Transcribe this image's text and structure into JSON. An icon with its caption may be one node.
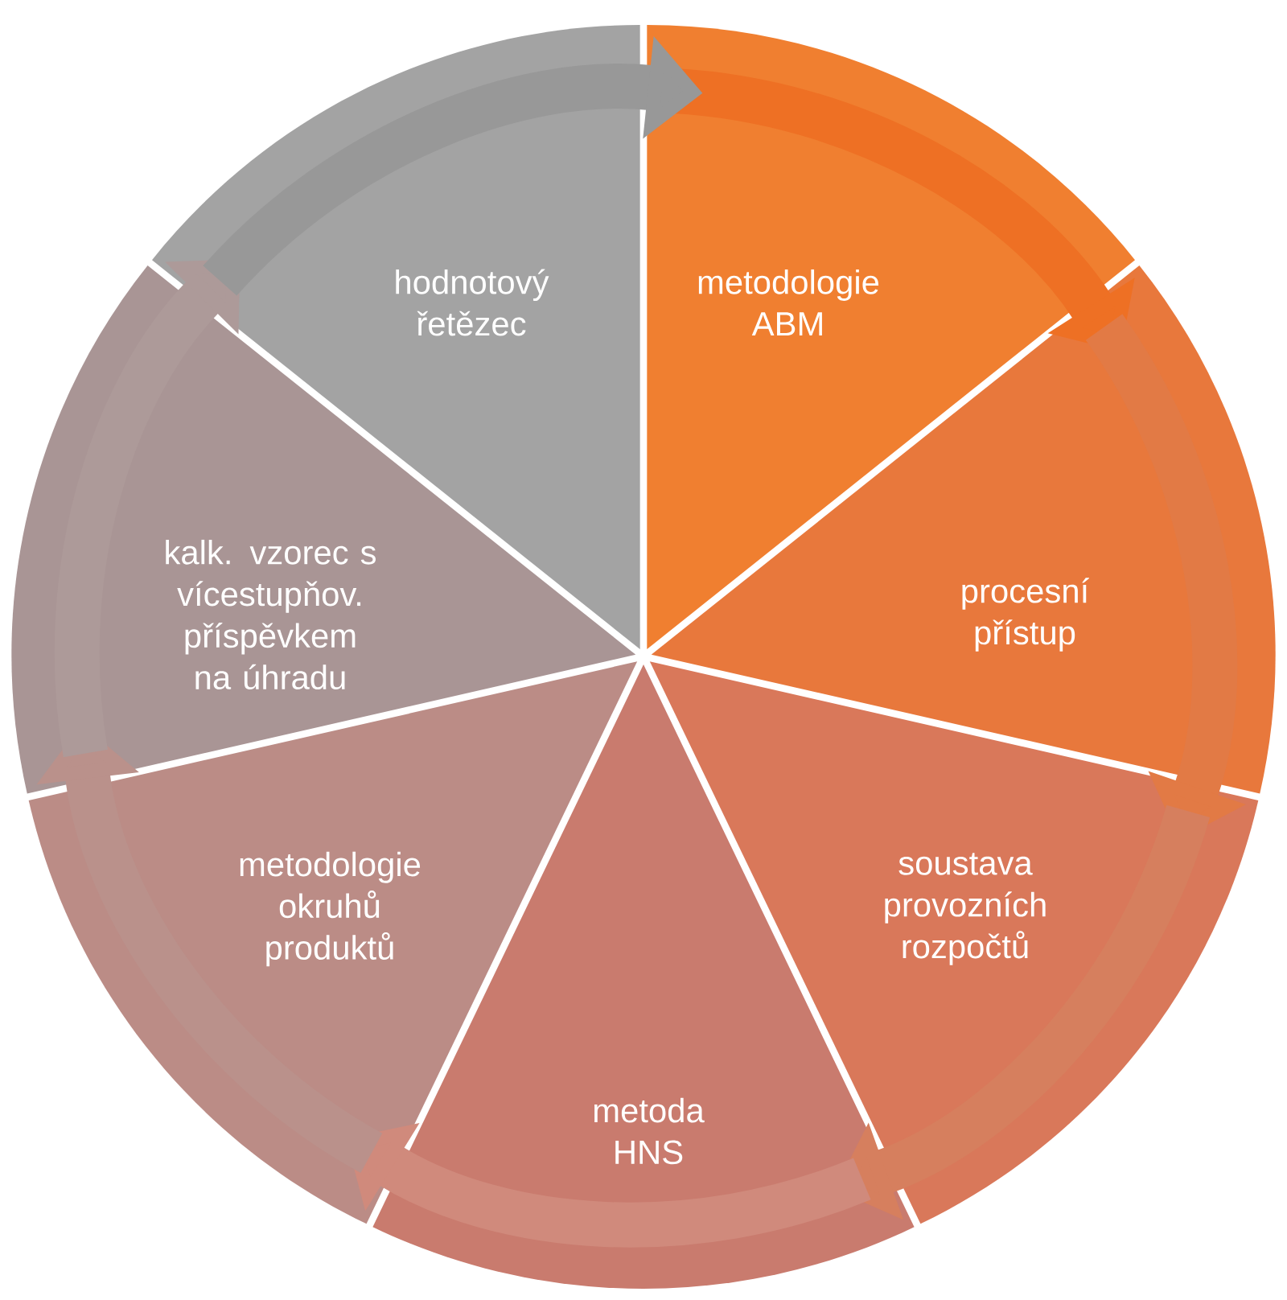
{
  "diagram": {
    "nodes": [
      {
        "text": [
          "metodologie ABM"
        ]
      },
      {
        "text": [
          "procesní přístup"
        ]
      },
      {
        "text": [
          "soustava provozních rozpočtů"
        ]
      },
      {
        "text": [
          "metoda HNS"
        ]
      },
      {
        "text": [
          "metodologie okruhů produktů"
        ]
      },
      {
        "text": [
          "kalk. vzorec s vícestupňov. příspěvkem na úhradu"
        ]
      },
      {
        "text": [
          "hodnotový řetězec"
        ]
      }
    ],
    "edges": [
      {
        "from": 0,
        "to": 1,
        "arrow": "to",
        "color": "#ee7024"
      },
      {
        "from": 1,
        "to": 2,
        "arrow": "to",
        "color": "#e27a45"
      },
      {
        "from": 2,
        "to": 3,
        "arrow": "to",
        "color": "#d67f5e"
      },
      {
        "from": 3,
        "to": 4,
        "arrow": "to",
        "color": "#d08a7c"
      },
      {
        "from": 4,
        "to": 5,
        "arrow": "to",
        "color": "#ba918b"
      },
      {
        "from": 5,
        "to": 6,
        "arrow": "to",
        "color": "#ad9a99"
      },
      {
        "from": 6,
        "to": 0,
        "arrow": "to",
        "color": "#989898"
      }
    ]
  }
}
